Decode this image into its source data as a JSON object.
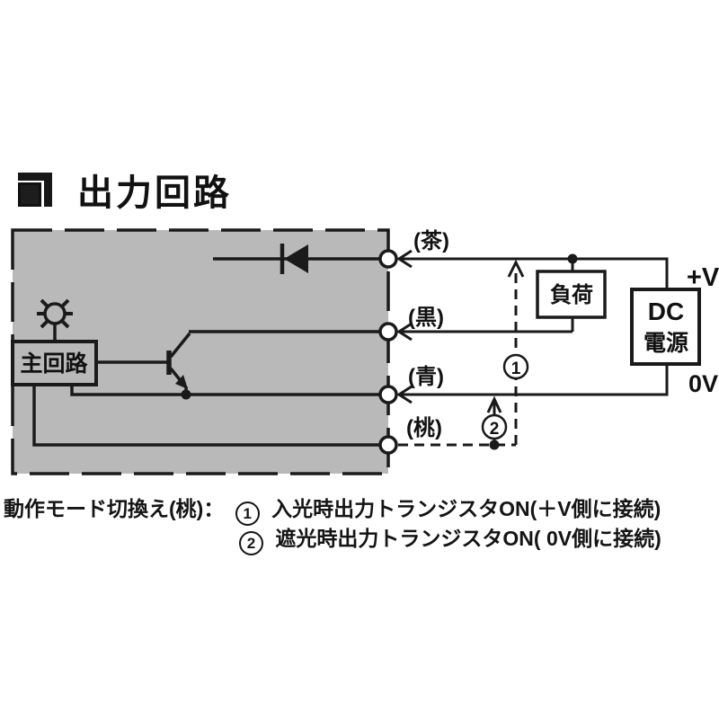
{
  "title": {
    "text": "出力回路"
  },
  "diagram": {
    "wire_labels": {
      "brown": "(茶)",
      "black": "(黒)",
      "blue": "(青)",
      "pink": "(桃)"
    },
    "boxes": {
      "main_circuit": "主回路",
      "load": "負荷",
      "dc_power_line1": "DC",
      "dc_power_line2": "電源"
    },
    "power_labels": {
      "plus": "+V",
      "zero": "0V"
    },
    "mode_marks": {
      "one": "1",
      "two": "2"
    }
  },
  "caption": {
    "prefix": "動作モード切換え(桃)：",
    "items": [
      {
        "num": "1",
        "text": "入光時出力トランジスタON(＋V側に接続)"
      },
      {
        "num": "2",
        "text": "遮光時出力トランジスタON( 0V側に接続)"
      }
    ]
  },
  "colors": {
    "panel_gray": "#b9b9b9",
    "line": "#1a1a1a",
    "background": "#ffffff"
  }
}
